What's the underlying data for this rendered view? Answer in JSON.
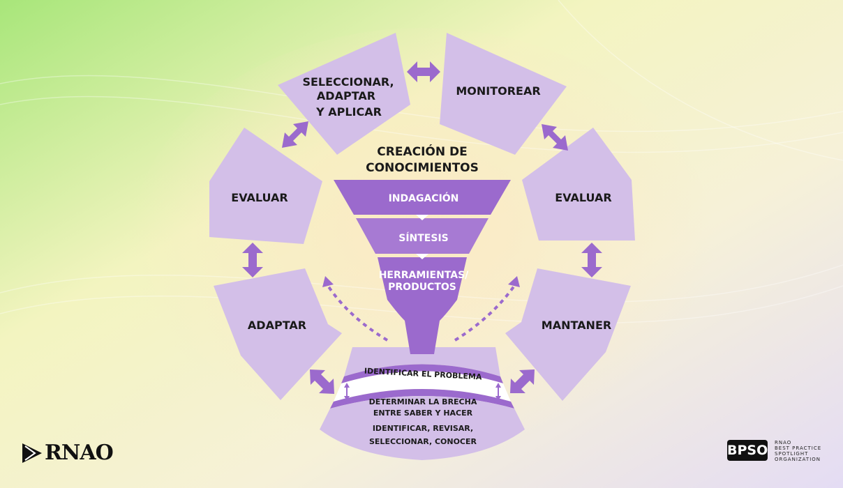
{
  "diagram": {
    "title_line1": "CREACIÓN DE",
    "title_line2": "CONOCIMIENTOS",
    "segments": {
      "seleccionar": [
        "SELECCIONAR,",
        "ADAPTAR",
        "Y APLICAR"
      ],
      "monitorear": "MONITOREAR",
      "evaluar_left": "EVALUAR",
      "evaluar_right": "EVALUAR",
      "adaptar": "ADAPTAR",
      "mantaner": "MANTANER"
    },
    "funnel": {
      "indagacion": "INDAGACIÓN",
      "sintesis": "SÍNTESIS",
      "herramientas_line1": "HERRAMIENTAS/",
      "herramientas_line2": "PRODUCTOS"
    },
    "bottom": {
      "identificar_problema": "IDENTIFICAR EL PROBLEMA",
      "brecha_line1": "DETERMINAR LA BRECHA",
      "brecha_line2": "ENTRE SABER Y HACER",
      "conocer_line1": "IDENTIFICAR, REVISAR,",
      "conocer_line2": "SELECCIONAR, CONOCER"
    }
  },
  "logos": {
    "rnao": "RNAO",
    "bpso": "BPSO",
    "bpso_tagline": [
      "RNAO",
      "BEST PRACTICE",
      "SPOTLIGHT",
      "ORGANIZATION"
    ]
  }
}
